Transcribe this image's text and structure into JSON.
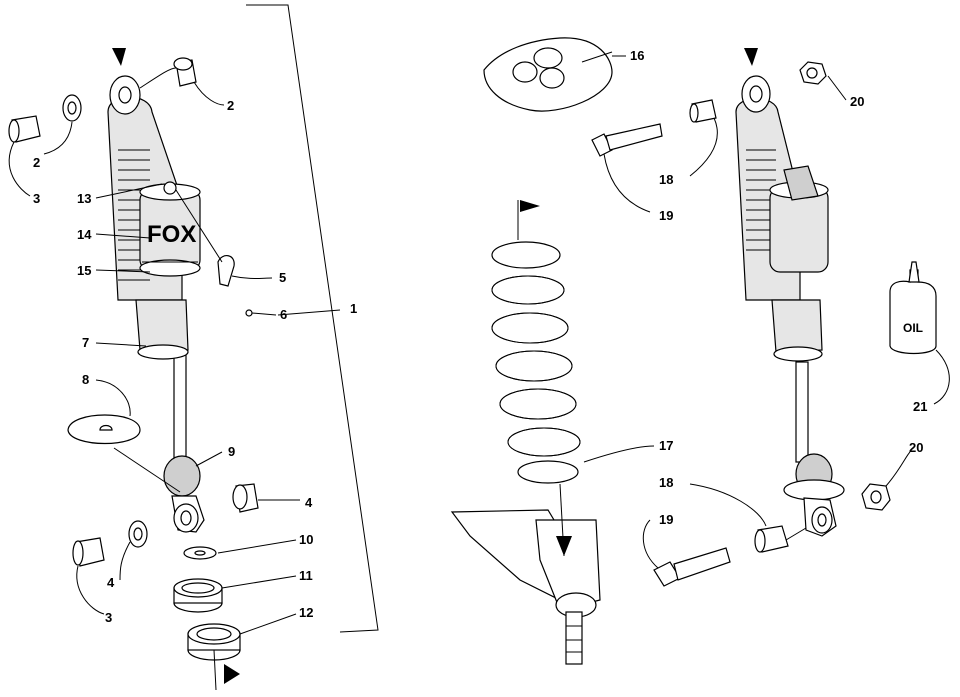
{
  "diagram": {
    "callouts": [
      "1",
      "2",
      "2",
      "3",
      "3",
      "4",
      "4",
      "5",
      "6",
      "7",
      "8",
      "9",
      "10",
      "11",
      "12",
      "13",
      "14",
      "15",
      "16",
      "17",
      "18",
      "18",
      "19",
      "19",
      "20",
      "20",
      "21"
    ],
    "bottle_text": "OIL",
    "brand_text": "FOX"
  }
}
